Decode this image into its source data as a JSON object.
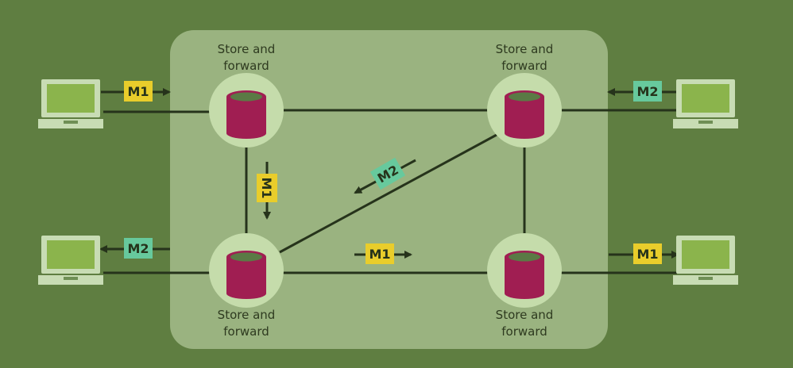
{
  "colors": {
    "background": "#5f7e41",
    "network_panel": "#a9c090",
    "node_ring": "#c5dcab",
    "database": "#a01e52",
    "database_top": "#5a7a45",
    "link": "#26331b",
    "m1": "#e9cd2b",
    "m2": "#67c99d",
    "laptop_screen": "#8bb44c",
    "laptop_frame": "#c8dcb4"
  },
  "node_label": "Store and\nforward",
  "nodes": [
    {
      "id": "top-left",
      "label": "Store and\nforward"
    },
    {
      "id": "top-right",
      "label": "Store and\nforward"
    },
    {
      "id": "bottom-left",
      "label": "Store and\nforward"
    },
    {
      "id": "bottom-right",
      "label": "Store and\nforward"
    }
  ],
  "messages": [
    {
      "id": "m1-from-left-laptop",
      "text": "M1",
      "color": "m1",
      "direction": "right"
    },
    {
      "id": "m2-from-right-laptop",
      "text": "M2",
      "color": "m2",
      "direction": "left"
    },
    {
      "id": "m1-down",
      "text": "M1",
      "color": "m1",
      "direction": "down"
    },
    {
      "id": "m2-diagonal",
      "text": "M2",
      "color": "m2",
      "direction": "down-left"
    },
    {
      "id": "m2-to-left-laptop",
      "text": "M2",
      "color": "m2",
      "direction": "left"
    },
    {
      "id": "m1-bottom-link",
      "text": "M1",
      "color": "m1",
      "direction": "right"
    },
    {
      "id": "m1-to-right-laptop",
      "text": "M1",
      "color": "m1",
      "direction": "right"
    }
  ]
}
